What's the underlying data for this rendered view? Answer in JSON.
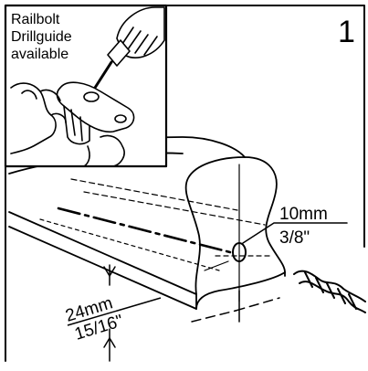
{
  "step_number": "1",
  "inset": {
    "note_lines": [
      "Railbolt",
      "Drillguide",
      "available"
    ]
  },
  "hole": {
    "diameter_metric": "10mm",
    "diameter_imperial": "3/8\""
  },
  "depth": {
    "metric": "24mm",
    "imperial": "15/16\""
  },
  "colors": {
    "ink": "#000000",
    "paper": "#ffffff"
  },
  "icons": {
    "drill": "drill-icon",
    "hand": "hand-icon",
    "drill-bit": "drill-bit-icon"
  }
}
